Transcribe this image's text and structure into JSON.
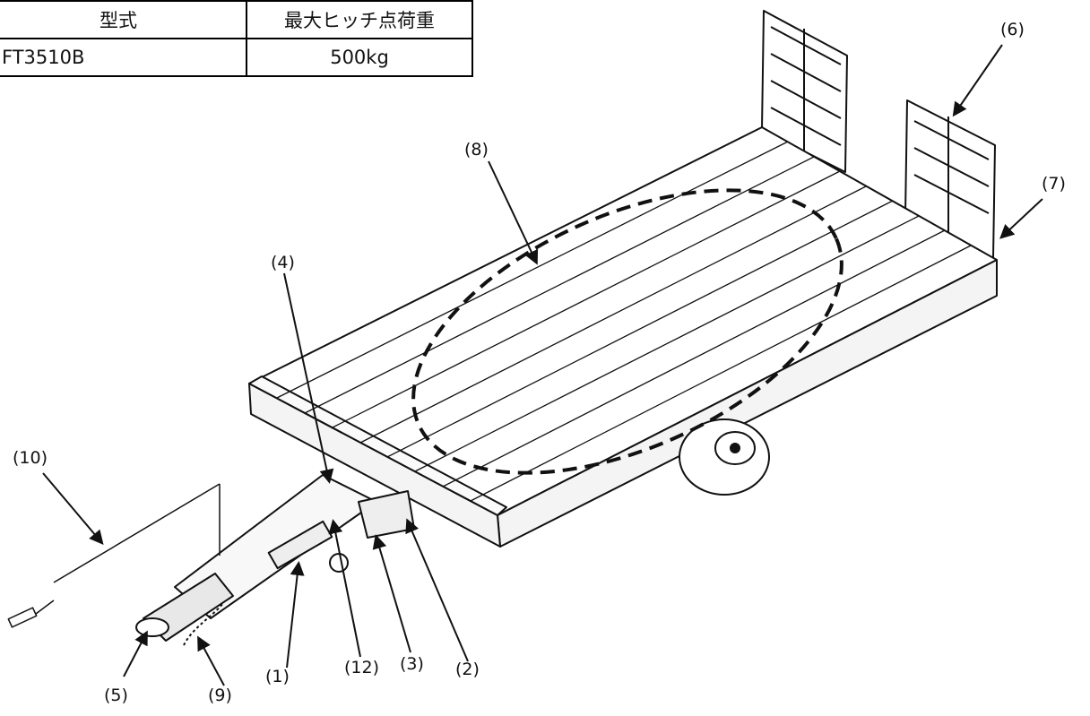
{
  "spec_table": {
    "headers": [
      "型式",
      "最大ヒッチ点荷重"
    ],
    "row": [
      "FT3510B",
      "500kg"
    ]
  },
  "callouts": [
    {
      "id": "1",
      "label": "(1)"
    },
    {
      "id": "2",
      "label": "(2)"
    },
    {
      "id": "3",
      "label": "(3)"
    },
    {
      "id": "4",
      "label": "(4)"
    },
    {
      "id": "5",
      "label": "(5)"
    },
    {
      "id": "6",
      "label": "(6)"
    },
    {
      "id": "7",
      "label": "(7)"
    },
    {
      "id": "8",
      "label": "(8)"
    },
    {
      "id": "9",
      "label": "(9)"
    },
    {
      "id": "10",
      "label": "(10)"
    },
    {
      "id": "12",
      "label": "(12)"
    }
  ]
}
